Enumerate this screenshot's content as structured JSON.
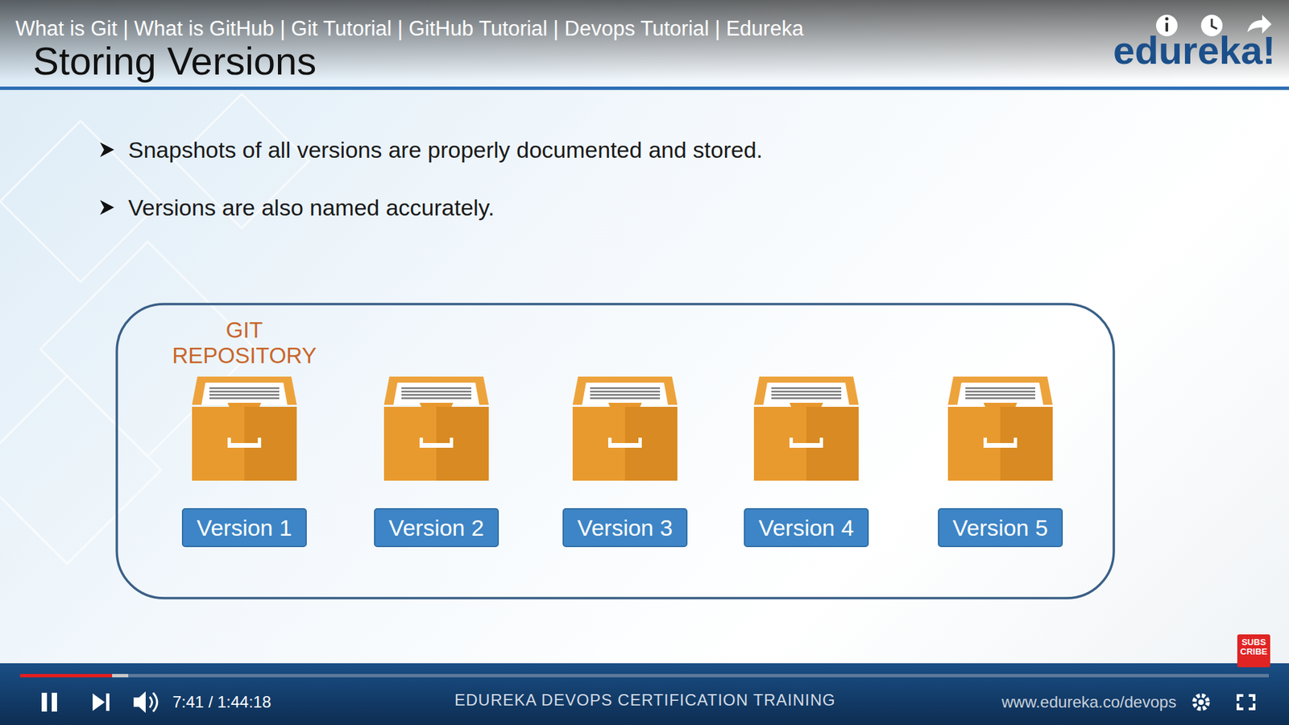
{
  "diagram": {
    "title": "Storing Versions",
    "nodes": [
      {
        "text": [
          "GIT REPOSITORY"
        ]
      },
      {
        "text": [
          "Version 1"
        ],
        "in": 0
      },
      {
        "text": [
          "Version 2"
        ],
        "in": 0
      },
      {
        "text": [
          "Version 3"
        ],
        "in": 0
      },
      {
        "text": [
          "Version 4"
        ],
        "in": 0
      },
      {
        "text": [
          "Version 5"
        ],
        "in": 0
      }
    ],
    "labels": [
      "What is Git | What is GitHub | Git Tutorial | GitHub Tutorial | Devops Tutorial | Edureka",
      "edureka!",
      "Snapshots of all versions are properly documented and stored.",
      "Versions are also named accurately.",
      "7:41 / 1:44:18",
      "EDUREKA DEVOPS CERTIFICATION TRAINING",
      "www.edureka.co/devops",
      "SUBS CRIBE"
    ]
  }
}
